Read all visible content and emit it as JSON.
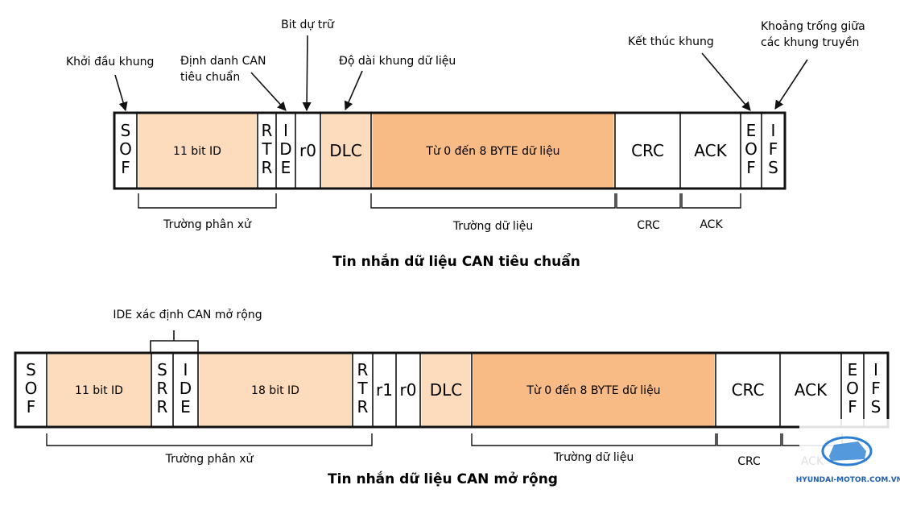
{
  "standard": {
    "title": "Tin nhắn dữ liệu CAN tiêu chuẩn",
    "fields": [
      {
        "label": "S\nO\nF",
        "fill": "#ffffff"
      },
      {
        "label": "11 bit ID",
        "fill": "#fcdcbc"
      },
      {
        "label": "R\nT\nR",
        "fill": "#ffffff"
      },
      {
        "label": "I\nD\nE",
        "fill": "#ffffff"
      },
      {
        "label": "r0",
        "fill": "#ffffff"
      },
      {
        "label": "DLC",
        "fill": "#fcdcbc"
      },
      {
        "label": "Từ 0 đến 8 BYTE dữ liệu",
        "fill": "#f8bb86"
      },
      {
        "label": "CRC",
        "fill": "#ffffff"
      },
      {
        "label": "ACK",
        "fill": "#ffffff"
      },
      {
        "label": "E\nO\nF",
        "fill": "#ffffff"
      },
      {
        "label": "I\nF\nS",
        "fill": "#ffffff"
      }
    ],
    "callouts": [
      {
        "label": "Khởi đầu khung"
      },
      {
        "label": "Định danh CAN\ntiêu chuẩn"
      },
      {
        "label": "Bit dự trữ"
      },
      {
        "label": "Độ dài khung dữ liệu"
      },
      {
        "label": "Kết thúc khung"
      },
      {
        "label": "Khoảng trống giữa\ncác khung truyền"
      }
    ],
    "groups": [
      {
        "label": "Trường phân xử"
      },
      {
        "label": "Trường dữ liệu"
      },
      {
        "label": "CRC"
      },
      {
        "label": "ACK"
      }
    ]
  },
  "extended": {
    "title": "Tin nhắn dữ liệu CAN mở rộng",
    "fields": [
      {
        "label": "S\nO\nF",
        "fill": "#ffffff"
      },
      {
        "label": "11 bit ID",
        "fill": "#fcdcbc"
      },
      {
        "label": "S\nR\nR",
        "fill": "#ffffff"
      },
      {
        "label": "I\nD\nE",
        "fill": "#ffffff"
      },
      {
        "label": "18 bit ID",
        "fill": "#fcdcbc"
      },
      {
        "label": "R\nT\nR",
        "fill": "#ffffff"
      },
      {
        "label": "r1",
        "fill": "#ffffff"
      },
      {
        "label": "r0",
        "fill": "#ffffff"
      },
      {
        "label": "DLC",
        "fill": "#fcdcbc"
      },
      {
        "label": "Từ 0 đến 8 BYTE dữ liệu",
        "fill": "#f8bb86"
      },
      {
        "label": "CRC",
        "fill": "#ffffff"
      },
      {
        "label": "ACK",
        "fill": "#ffffff"
      },
      {
        "label": "E\nO\nF",
        "fill": "#ffffff"
      },
      {
        "label": "I\nF\nS",
        "fill": "#ffffff"
      }
    ],
    "ide_note": "IDE xác định CAN mở rộng",
    "groups": [
      {
        "label": "Trường phân xử"
      },
      {
        "label": "Trường dữ liệu"
      },
      {
        "label": "CRC"
      },
      {
        "label": "ACK"
      }
    ]
  },
  "watermark": "HYUNDAI-MOTOR.COM.VN",
  "colors": {
    "line": "#111111",
    "light_orange": "#fcdcbc",
    "orange": "#f8bb86",
    "brand_blue": "#1f5fb0"
  }
}
